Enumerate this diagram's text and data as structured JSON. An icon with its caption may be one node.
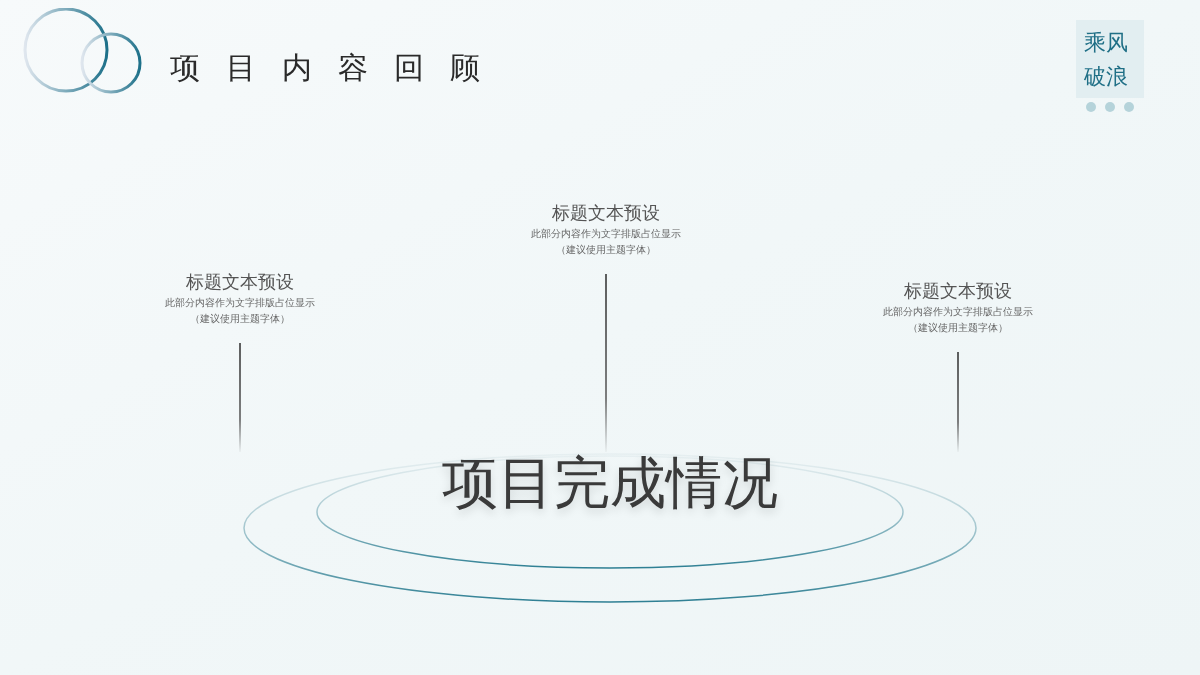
{
  "diagram": {
    "title": "项目内容回顾",
    "nodes": [
      {
        "text": [
          "标题文本预设",
          "此部分内容作为文字排版占位显示",
          "（建议使用主题字体）"
        ]
      },
      {
        "text": [
          "标题文本预设",
          "此部分内容作为文字排版占位显示",
          "（建议使用主题字体）"
        ]
      },
      {
        "text": [
          "标题文本预设",
          "此部分内容作为文字排版占位显示",
          "（建议使用主题字体）"
        ]
      },
      {
        "text": [
          "项目完成情况"
        ]
      }
    ],
    "edges": [
      {
        "from": 0,
        "to": 3,
        "arrow": "none"
      },
      {
        "from": 1,
        "to": 3,
        "arrow": "none"
      },
      {
        "from": 2,
        "to": 3,
        "arrow": "none"
      }
    ],
    "labels": [
      "乘风破浪"
    ]
  }
}
